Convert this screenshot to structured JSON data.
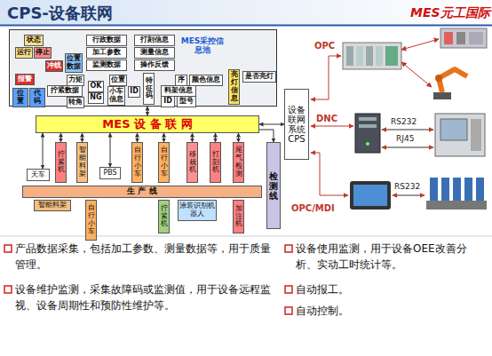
{
  "diagram": {
    "title": "CPS-设备联网",
    "nodes": [
      {
        "text": [
          "MES采控信息池"
        ]
      },
      {
        "text": [
          "状态"
        ],
        "in": 0
      },
      {
        "text": [
          "运行"
        ],
        "in": 0
      },
      {
        "text": [
          "停止"
        ],
        "in": 0
      },
      {
        "text": [
          "冲线"
        ],
        "in": 0
      },
      {
        "text": [
          "位置数据"
        ],
        "in": 0
      },
      {
        "text": [
          "行政数据"
        ],
        "in": 0
      },
      {
        "text": [
          "加工参数"
        ],
        "in": 0
      },
      {
        "text": [
          "监测数据"
        ],
        "in": 0
      },
      {
        "text": [
          "打刻信息"
        ],
        "in": 0
      },
      {
        "text": [
          "测量信息"
        ],
        "in": 0
      },
      {
        "text": [
          "操作反馈"
        ],
        "in": 0
      },
      {
        "text": [
          "力矩"
        ],
        "in": 0
      },
      {
        "text": [
          "拧紧数据"
        ],
        "in": 0
      },
      {
        "text": [
          "OK"
        ],
        "in": 0
      },
      {
        "text": [
          "NG"
        ],
        "in": 0
      },
      {
        "text": [
          "转角"
        ],
        "in": 0
      },
      {
        "text": [
          "报警"
        ],
        "in": 0
      },
      {
        "text": [
          "位置"
        ],
        "in": 0
      },
      {
        "text": [
          "代码"
        ],
        "in": 0
      },
      {
        "text": [
          "位置"
        ],
        "in": 0
      },
      {
        "text": [
          "小车信息"
        ],
        "in": 0
      },
      {
        "text": [
          "ID"
        ],
        "in": 0
      },
      {
        "text": [
          "特征码"
        ],
        "in": 0
      },
      {
        "text": [
          "序"
        ],
        "in": 0
      },
      {
        "text": [
          "颜色信息"
        ],
        "in": 0
      },
      {
        "text": [
          "料架信息"
        ],
        "in": 0
      },
      {
        "text": [
          "ID"
        ],
        "in": 0
      },
      {
        "text": [
          "型号"
        ],
        "in": 0
      },
      {
        "text": [
          "亮灯信息"
        ],
        "in": 0
      },
      {
        "text": [
          "是否亮灯"
        ],
        "in": 0
      },
      {
        "text": [
          "MES 设 备 联 网"
        ]
      },
      {
        "text": [
          "设备联网系统CPS"
        ]
      },
      {
        "text": [
          "生 产 线"
        ]
      },
      {
        "text": [
          "天车"
        ]
      },
      {
        "text": [
          "拧紧机"
        ]
      },
      {
        "text": [
          "智能料架"
        ]
      },
      {
        "text": [
          "PBS"
        ]
      },
      {
        "text": [
          "自行小车"
        ]
      },
      {
        "text": [
          "自行小车"
        ]
      },
      {
        "text": [
          "移栽机"
        ]
      },
      {
        "text": [
          "打刻机"
        ]
      },
      {
        "text": [
          "尾气检测"
        ]
      },
      {
        "text": [
          "智能料架"
        ]
      },
      {
        "text": [
          "自行小车"
        ]
      },
      {
        "text": [
          "拧紧机"
        ]
      },
      {
        "text": [
          "涂装识别机器人"
        ]
      },
      {
        "text": [
          "加注机"
        ]
      },
      {
        "text": [
          "检测线"
        ]
      }
    ],
    "edges": [
      {
        "from": 0,
        "to": 31,
        "arrow": "both"
      },
      {
        "from": 31,
        "to": 35,
        "arrow": "both"
      },
      {
        "from": 31,
        "to": 36,
        "arrow": "both"
      },
      {
        "from": 31,
        "to": 37,
        "arrow": "both"
      },
      {
        "from": 31,
        "to": 38,
        "arrow": "both"
      },
      {
        "from": 31,
        "to": 39,
        "arrow": "both"
      },
      {
        "from": 31,
        "to": 40,
        "arrow": "both"
      },
      {
        "from": 31,
        "to": 41,
        "arrow": "both"
      },
      {
        "from": 31,
        "to": 42,
        "arrow": "both"
      },
      {
        "from": 31,
        "to": 34,
        "arrow": "both"
      },
      {
        "from": 31,
        "to": 32,
        "arrow": "both"
      },
      {
        "from": 31,
        "to": 48,
        "arrow": "to"
      }
    ],
    "labels": [
      "MES元工国际",
      "OPC",
      "DNC",
      "RS232",
      "RJ45",
      "OPC/MDI",
      "RS232",
      "产品数据采集，包括加工参数、测量数据等，用于质量管理。",
      "设备维护监测，采集故障码或监测值，用于设备远程监视、设备周期性和预防性维护等。",
      "设备使用监测，用于设备OEE改善分析、实动工时统计等。",
      "自动报工。",
      "自动控制。"
    ]
  }
}
